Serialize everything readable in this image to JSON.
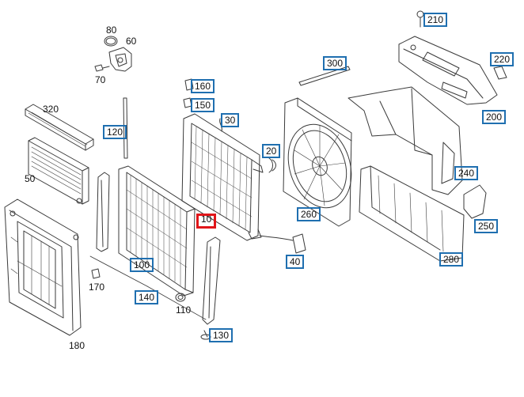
{
  "labels": {
    "plain": {
      "p80": "80",
      "p60": "60",
      "p70": "70",
      "p320": "320",
      "p50": "50",
      "p170": "170",
      "p110": "110",
      "p180": "180"
    },
    "boxed": {
      "b210": "210",
      "b220": "220",
      "b300": "300",
      "b160": "160",
      "b150": "150",
      "b30": "30",
      "b120": "120",
      "b20": "20",
      "b200": "200",
      "b240": "240",
      "b260": "260",
      "b250": "250",
      "b10": "10",
      "b40": "40",
      "b100": "100",
      "b280": "280",
      "b140": "140",
      "b130": "130"
    }
  },
  "colors": {
    "line": "#3a3a3a",
    "box_border": "#1f6fb0",
    "highlight": "#e0161a"
  }
}
